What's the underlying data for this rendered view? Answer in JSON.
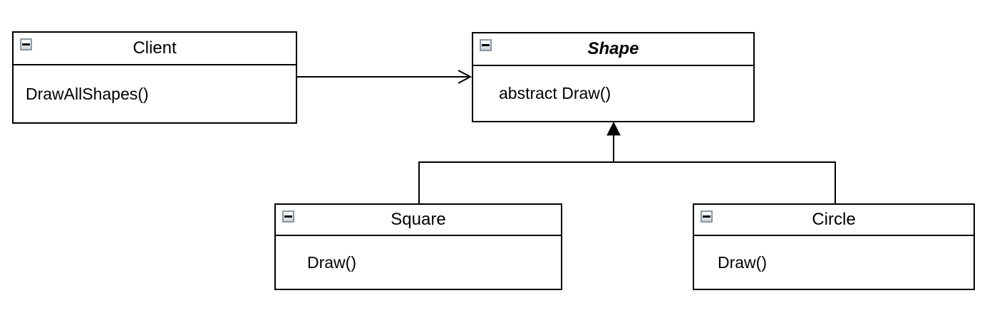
{
  "canvas": {
    "background_color": "#ffffff",
    "line_color": "#000000",
    "collapse_button": {
      "border_color": "#8d97a3",
      "fill_top": "#ffffff",
      "fill_bottom": "#c9cdd3",
      "glyph": "minus"
    }
  },
  "classes": [
    {
      "name": "Client",
      "abstract": false,
      "members": [
        "DrawAllShapes()"
      ]
    },
    {
      "name": "Shape",
      "abstract": true,
      "members": [
        "abstract Draw()"
      ]
    },
    {
      "name": "Square",
      "abstract": false,
      "members": [
        "Draw()"
      ]
    },
    {
      "name": "Circle",
      "abstract": false,
      "members": [
        "Draw()"
      ]
    }
  ],
  "relations": [
    {
      "from": "Client",
      "to": "Shape",
      "type": "dependency",
      "arrowhead": "open"
    },
    {
      "from": "Square",
      "to": "Shape",
      "type": "generalization",
      "arrowhead": "solid-triangle"
    },
    {
      "from": "Circle",
      "to": "Shape",
      "type": "generalization",
      "arrowhead": "solid-triangle"
    }
  ]
}
